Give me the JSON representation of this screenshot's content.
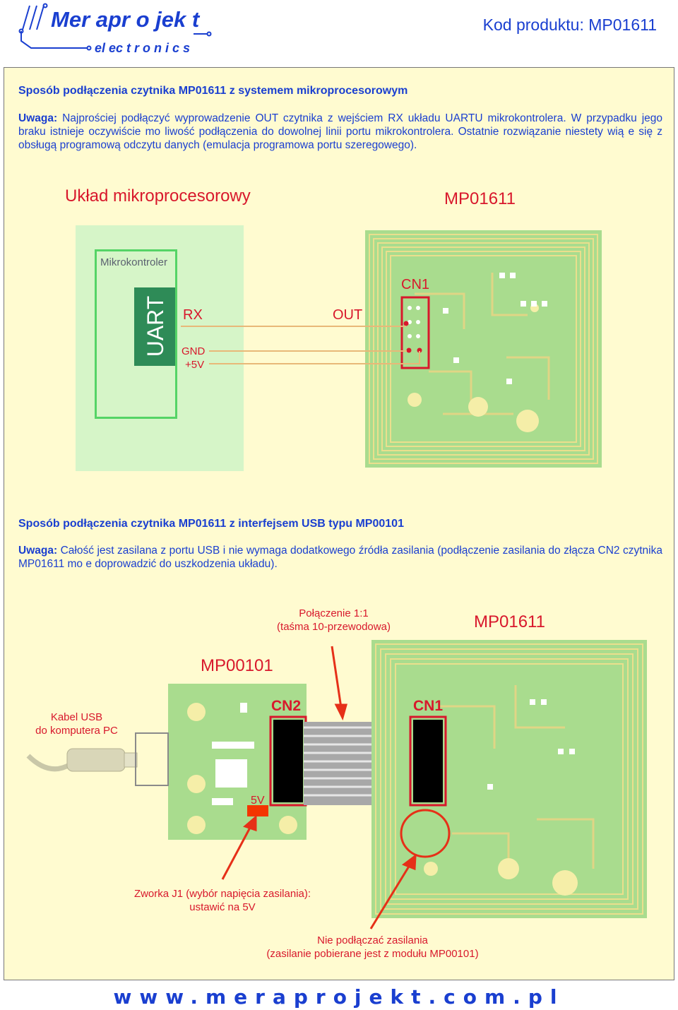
{
  "header": {
    "logo_line1": "Mer apr o jek t",
    "logo_line2": "el ec t r o n i c s",
    "product_code": "Kod produktu: MP01611"
  },
  "section1": {
    "heading": "Sposób podłączenia czytnika MP01611 z systemem mikroprocesorowym",
    "note_label": "Uwaga:",
    "note_text": "Najprościej podłączyć wyprowadzenie OUT czytnika z wejściem RX układu UARTU mikrokontrolera. W przypadku jego braku istnieje oczywiście mo liwość podłączenia do dowolnej linii portu mikrokontrolera. Ostatnie rozwiązanie niestety wią e się z obsługą programową odczytu danych (emulacja programowa portu szeregowego).",
    "diagram": {
      "left_title": "Układ mikroprocesorowy",
      "right_title": "MP01611",
      "microcontroller_label": "Mikrokontroler",
      "uart_label": "UART",
      "rx_label": "RX",
      "gnd_label": "GND",
      "v5_label": "+5V",
      "out_label": "OUT",
      "cn1_label": "CN1"
    }
  },
  "section2": {
    "heading": "Sposób podłączenia czytnika MP01611 z interfejsem USB typu MP00101",
    "note_label": "Uwaga:",
    "note_text": "Całość jest zasilana z portu USB i nie wymaga dodatkowego źródła zasilania (podłączenie zasilania do złącza CN2 czytnika MP01611 mo e doprowadzić do uszkodzenia układu).",
    "diagram": {
      "connection_line1": "Połączenie 1:1",
      "connection_line2": "(taśma 10-przewodowa)",
      "mp01611_title": "MP01611",
      "mp00101_title": "MP00101",
      "usb_line1": "Kabel USB",
      "usb_line2": "do komputera PC",
      "cn2_label": "CN2",
      "cn1_label": "CN1",
      "v5_label": "5V",
      "jumper_line1": "Zworka J1 (wybór napięcia zasilania):",
      "jumper_line2": "ustawić na 5V",
      "nopower_line1": "Nie podłączać zasilania",
      "nopower_line2": "(zasilanie pobierane jest z modułu MP00101)"
    }
  },
  "footer": {
    "url": "www.meraprojekt.com.pl"
  },
  "colors": {
    "blue": "#1a3fd0",
    "red": "#d8182c",
    "panel": "#fffbd0",
    "pcb": "#a9dc8e",
    "uart_green": "#2e8b57"
  }
}
